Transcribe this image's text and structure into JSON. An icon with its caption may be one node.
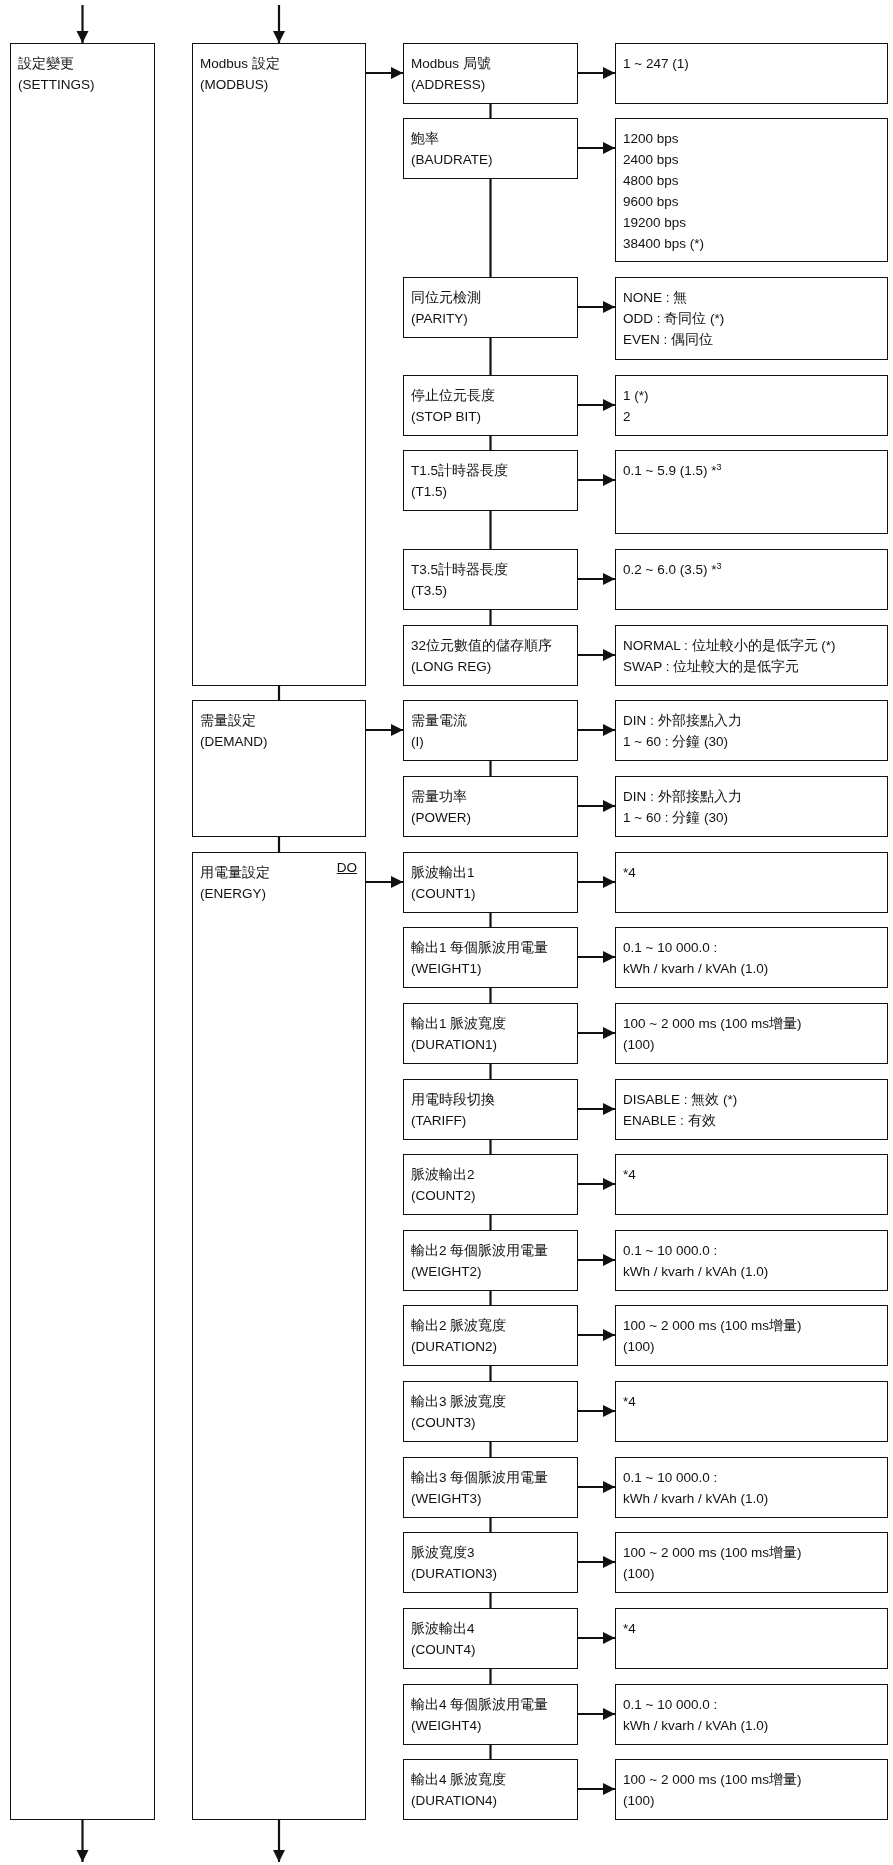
{
  "diagram": {
    "nodes": [
      {
        "text": [
          "設定變更",
          "(SETTINGS)"
        ]
      },
      {
        "text": [
          "Modbus 設定",
          "(MODBUS)"
        ]
      },
      {
        "text": [
          "Modbus 局號",
          "(ADDRESS)"
        ]
      },
      {
        "text": [
          "1 ~ 247 (1)"
        ]
      },
      {
        "text": [
          "鮑率",
          "(BAUDRATE)"
        ]
      },
      {
        "text": [
          "1200 bps",
          "2400 bps",
          "4800 bps",
          "9600 bps",
          "19200 bps",
          "38400 bps (*)"
        ]
      },
      {
        "text": [
          "同位元檢測",
          "(PARITY)"
        ]
      },
      {
        "text": [
          "NONE : 無",
          "ODD : 奇同位 (*)",
          "EVEN : 偶同位"
        ]
      },
      {
        "text": [
          "停止位元長度",
          "(STOP BIT)"
        ]
      },
      {
        "text": [
          "1 (*)",
          "2"
        ]
      },
      {
        "text": [
          "T1.5計時器長度",
          "(T1.5)"
        ]
      },
      {
        "text": [
          "0.1 ~ 5.9 (1.5) *$^{3}$"
        ]
      },
      {
        "text": [
          "T3.5計時器長度",
          "(T3.5)"
        ]
      },
      {
        "text": [
          "0.2 ~ 6.0 (3.5) *$^{3}$"
        ]
      },
      {
        "text": [
          "32位元數值的儲存順序",
          "(LONG REG)"
        ]
      },
      {
        "text": [
          "NORMAL : 位址較小的是低字元 (*)",
          "SWAP : 位址較大的是低字元"
        ]
      },
      {
        "text": [
          "需量設定",
          "(DEMAND)"
        ]
      },
      {
        "text": [
          "需量電流",
          "(I)"
        ]
      },
      {
        "text": [
          "DIN : 外部接點入力",
          "1 ~ 60 : 分鐘 (30)"
        ]
      },
      {
        "text": [
          "需量功率",
          "(POWER)"
        ]
      },
      {
        "text": [
          "DIN : 外部接點入力",
          "1 ~ 60 : 分鐘 (30)"
        ]
      },
      {
        "text": [
          "用電量設定",
          "(ENERGY)",
          "DO"
        ]
      },
      {
        "text": [
          "脈波輸出1",
          "(COUNT1)"
        ]
      },
      {
        "text": [
          "*4"
        ]
      },
      {
        "text": [
          "輸出1 每個脈波用電量",
          "(WEIGHT1)"
        ]
      },
      {
        "text": [
          "0.1 ~ 10 000.0 :",
          "kWh / kvarh / kVAh (1.0)"
        ]
      },
      {
        "text": [
          "輸出1 脈波寬度",
          "(DURATION1)"
        ]
      },
      {
        "text": [
          "100 ~ 2 000 ms (100 ms增量)",
          "(100)"
        ]
      },
      {
        "text": [
          "用電時段切換",
          "(TARIFF)"
        ]
      },
      {
        "text": [
          "DISABLE : 無效 (*)",
          "ENABLE : 有效"
        ]
      },
      {
        "text": [
          "脈波輸出2",
          "(COUNT2)"
        ]
      },
      {
        "text": [
          "*4"
        ]
      },
      {
        "text": [
          "輸出2 每個脈波用電量",
          "(WEIGHT2)"
        ]
      },
      {
        "text": [
          "0.1 ~ 10 000.0 :",
          "kWh / kvarh / kVAh (1.0)"
        ]
      },
      {
        "text": [
          "輸出2 脈波寬度",
          "(DURATION2)"
        ]
      },
      {
        "text": [
          "100 ~ 2 000 ms (100 ms增量)",
          "(100)"
        ]
      },
      {
        "text": [
          "輸出3 脈波寬度",
          "(COUNT3)"
        ]
      },
      {
        "text": [
          "*4"
        ]
      },
      {
        "text": [
          "輸出3 每個脈波用電量",
          "(WEIGHT3)"
        ]
      },
      {
        "text": [
          "0.1 ~ 10 000.0 :",
          "kWh / kvarh / kVAh (1.0)"
        ]
      },
      {
        "text": [
          "脈波寬度3",
          "(DURATION3)"
        ]
      },
      {
        "text": [
          "100 ~ 2 000 ms (100 ms增量)",
          "(100)"
        ]
      },
      {
        "text": [
          "脈波輸出4",
          "(COUNT4)"
        ]
      },
      {
        "text": [
          "*4"
        ]
      },
      {
        "text": [
          "輸出4 每個脈波用電量",
          "(WEIGHT4)"
        ]
      },
      {
        "text": [
          "0.1 ~ 10 000.0 :",
          "kWh / kvarh / kVAh (1.0)"
        ]
      },
      {
        "text": [
          "輸出4 脈波寬度",
          "(DURATION4)"
        ]
      },
      {
        "text": [
          "100 ~ 2 000 ms (100 ms增量)",
          "(100)"
        ]
      }
    ],
    "edges": [
      {
        "from": null,
        "to": 0,
        "arrow": "to"
      },
      {
        "from": null,
        "to": 1,
        "arrow": "to"
      },
      {
        "from": 1,
        "to": 2,
        "arrow": "to"
      },
      {
        "from": 2,
        "to": 3,
        "arrow": "to"
      },
      {
        "from": 2,
        "to": 4,
        "arrow": "none"
      },
      {
        "from": 4,
        "to": 5,
        "arrow": "to"
      },
      {
        "from": 4,
        "to": 6,
        "arrow": "none"
      },
      {
        "from": 6,
        "to": 7,
        "arrow": "to"
      },
      {
        "from": 6,
        "to": 8,
        "arrow": "none"
      },
      {
        "from": 8,
        "to": 9,
        "arrow": "to"
      },
      {
        "from": 8,
        "to": 10,
        "arrow": "none"
      },
      {
        "from": 10,
        "to": 11,
        "arrow": "to"
      },
      {
        "from": 10,
        "to": 12,
        "arrow": "none"
      },
      {
        "from": 12,
        "to": 13,
        "arrow": "to"
      },
      {
        "from": 12,
        "to": 14,
        "arrow": "none"
      },
      {
        "from": 14,
        "to": 15,
        "arrow": "to"
      },
      {
        "from": 1,
        "to": 16,
        "arrow": "none"
      },
      {
        "from": 16,
        "to": 17,
        "arrow": "to"
      },
      {
        "from": 17,
        "to": 18,
        "arrow": "to"
      },
      {
        "from": 17,
        "to": 19,
        "arrow": "none"
      },
      {
        "from": 19,
        "to": 20,
        "arrow": "to"
      },
      {
        "from": 16,
        "to": 21,
        "arrow": "none"
      },
      {
        "from": 21,
        "to": 22,
        "arrow": "to"
      },
      {
        "from": 22,
        "to": 23,
        "arrow": "to"
      },
      {
        "from": 22,
        "to": 24,
        "arrow": "none"
      },
      {
        "from": 24,
        "to": 25,
        "arrow": "to"
      },
      {
        "from": 24,
        "to": 26,
        "arrow": "none"
      },
      {
        "from": 26,
        "to": 27,
        "arrow": "to"
      },
      {
        "from": 26,
        "to": 28,
        "arrow": "none"
      },
      {
        "from": 28,
        "to": 29,
        "arrow": "to"
      },
      {
        "from": 28,
        "to": 30,
        "arrow": "none"
      },
      {
        "from": 30,
        "to": 31,
        "arrow": "to"
      },
      {
        "from": 30,
        "to": 32,
        "arrow": "none"
      },
      {
        "from": 32,
        "to": 33,
        "arrow": "to"
      },
      {
        "from": 32,
        "to": 34,
        "arrow": "none"
      },
      {
        "from": 34,
        "to": 35,
        "arrow": "to"
      },
      {
        "from": 34,
        "to": 36,
        "arrow": "none"
      },
      {
        "from": 36,
        "to": 37,
        "arrow": "to"
      },
      {
        "from": 36,
        "to": 38,
        "arrow": "none"
      },
      {
        "from": 38,
        "to": 39,
        "arrow": "to"
      },
      {
        "from": 38,
        "to": 40,
        "arrow": "none"
      },
      {
        "from": 40,
        "to": 41,
        "arrow": "to"
      },
      {
        "from": 40,
        "to": 42,
        "arrow": "none"
      },
      {
        "from": 42,
        "to": 43,
        "arrow": "to"
      },
      {
        "from": 42,
        "to": 44,
        "arrow": "none"
      },
      {
        "from": 44,
        "to": 45,
        "arrow": "to"
      },
      {
        "from": 44,
        "to": 46,
        "arrow": "none"
      },
      {
        "from": 46,
        "to": 47,
        "arrow": "to"
      },
      {
        "from": 0,
        "to": null,
        "arrow": "to"
      },
      {
        "from": 21,
        "to": null,
        "arrow": "to"
      }
    ]
  }
}
